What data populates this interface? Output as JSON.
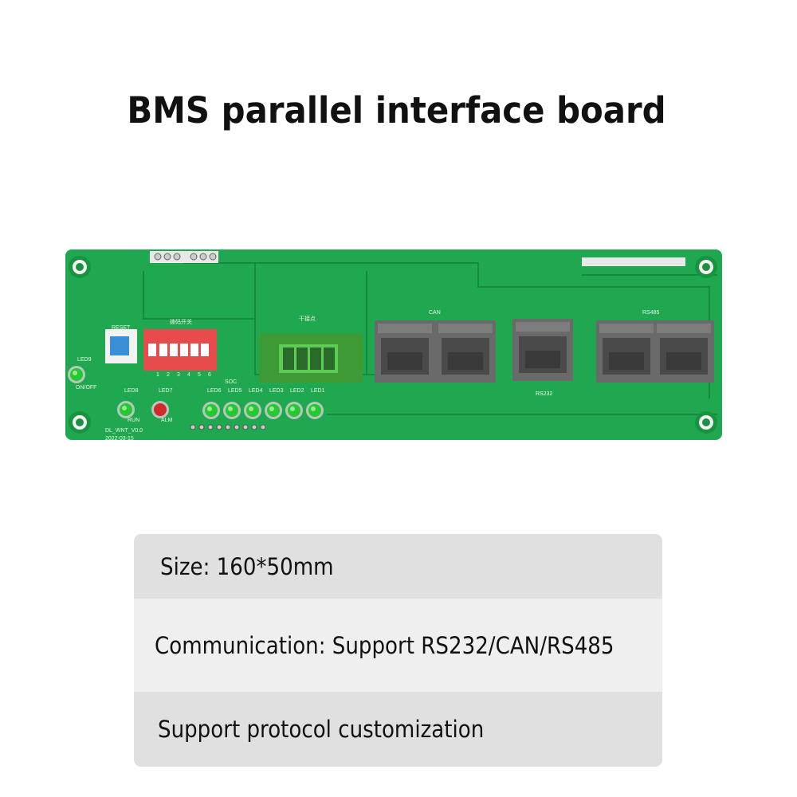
{
  "title": "BMS parallel interface board",
  "board": {
    "labels": {
      "reset": "RESET",
      "dip_switch": "拨码开关",
      "dip_numbers": [
        "1",
        "2",
        "3",
        "4",
        "5",
        "6"
      ],
      "dry_contact": "干接点",
      "can": "CAN",
      "rs232": "RS232",
      "rs485": "RS485",
      "soc": "SOC",
      "led9": "LED9",
      "on_off": "ON/OFF",
      "led8": "LED8",
      "run": "RUN",
      "led7": "LED7",
      "alm": "ALM",
      "soc_leds": [
        "LED6",
        "LED5",
        "LED4",
        "LED3",
        "LED2",
        "LED1"
      ],
      "model": "DL_WNT_V0.0",
      "date": "2022-03-15"
    },
    "colors": {
      "pcb": "#1fa84f",
      "connector_green": "#4cbf4a",
      "dip_red": "#e84b4b",
      "rj45_gray": "#6a6a6a"
    }
  },
  "specs": [
    {
      "text": "Size: 160*50mm"
    },
    {
      "text": "Communication: Support RS232/CAN/RS485"
    },
    {
      "text": "Support protocol customization"
    }
  ]
}
